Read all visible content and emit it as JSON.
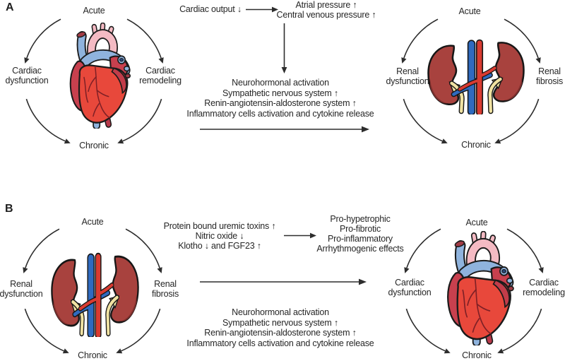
{
  "panels": [
    {
      "label": "A",
      "left_cycle": {
        "organ": "heart-illustration",
        "top": "Acute",
        "bottom": "Chronic",
        "left_lines": [
          "Cardiac",
          "dysfunction"
        ],
        "right_lines": [
          "Cardiac",
          "remodeling"
        ]
      },
      "flow": {
        "trigger": "Cardiac output ↓",
        "result_lines": [
          "Atrial pressure ↑",
          "Central venous pressure ↑"
        ],
        "mechanism_lines": [
          "Neurohormonal activation",
          "Sympathetic nervous system ↑",
          "Renin-angiotensin-aldosterone system ↑",
          "Inflammatory cells activation and cytokine release"
        ]
      },
      "right_cycle": {
        "organ": "kidneys-illustration",
        "top": "Acute",
        "bottom": "Chronic",
        "left_lines": [
          "Renal",
          "dysfunction"
        ],
        "right_lines": [
          "Renal",
          "fibrosis"
        ]
      }
    },
    {
      "label": "B",
      "left_cycle": {
        "organ": "kidneys-illustration",
        "top": "Acute",
        "bottom": "Chronic",
        "left_lines": [
          "Renal",
          "dysfunction"
        ],
        "right_lines": [
          "Renal",
          "fibrosis"
        ]
      },
      "flow": {
        "mediator_lines": [
          "Protein bound uremic toxins ↑",
          "Nitric oxide ↓",
          "Klotho ↓ and FGF23 ↑"
        ],
        "effect_lines": [
          "Pro-hypetrophic",
          "Pro-fibrotic",
          "Pro-inflammatory",
          "Arrhythmogenic effects"
        ],
        "mechanism_lines": [
          "Neurohormonal activation",
          "Sympathetic nervous system ↑",
          "Renin-angiotensin-aldosterone system ↑",
          "Inflammatory cells activation and cytokine release"
        ]
      },
      "right_cycle": {
        "organ": "heart-illustration",
        "top": "Acute",
        "bottom": "Chronic",
        "left_lines": [
          "Cardiac",
          "dysfunction"
        ],
        "right_lines": [
          "Cardiac",
          "remodeling"
        ]
      }
    }
  ],
  "colors": {
    "text": "#262626",
    "arrow": "#2d2d2d",
    "heart_red": "#E8483B",
    "heart_dark_red": "#C8404E",
    "vessel_blue": "#8FB3DD",
    "aorta_pink": "#F4BAC3",
    "kidney_red": "#A8423E",
    "vein_blue": "#2F6ABF",
    "artery_red": "#D93B31",
    "ureter_yellow": "#F0E2A2"
  }
}
